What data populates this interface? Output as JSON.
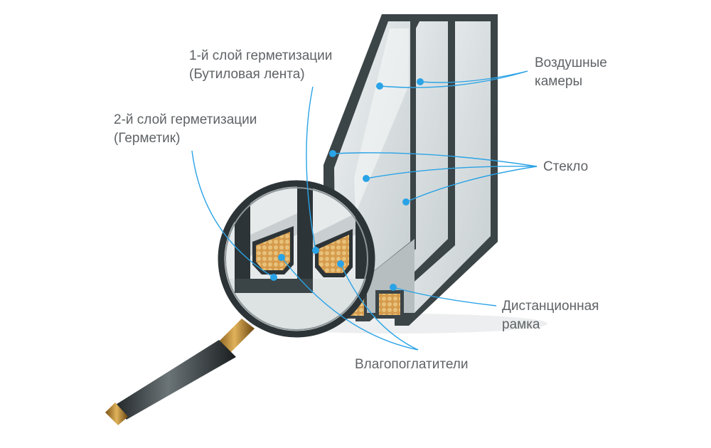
{
  "colors": {
    "accent": "#2aa3e6",
    "frame": "#3b4447",
    "glass": "#dfe4e5",
    "desiccant": "#d9a55a",
    "label_text": "#5f6366"
  },
  "labels": {
    "seal1_line1": "1-й слой герметизации",
    "seal1_line2": "(Бутиловая лента)",
    "seal2_line1": "2-й слой герметизации",
    "seal2_line2": "(Герметик)",
    "air_line1": "Воздушные",
    "air_line2": "камеры",
    "glass": "Стекло",
    "spacer_line1": "Дистанционная",
    "spacer_line2": "рамка",
    "desiccant": "Влагопоглатители"
  },
  "icons": [
    "magnifying-glass-icon"
  ]
}
